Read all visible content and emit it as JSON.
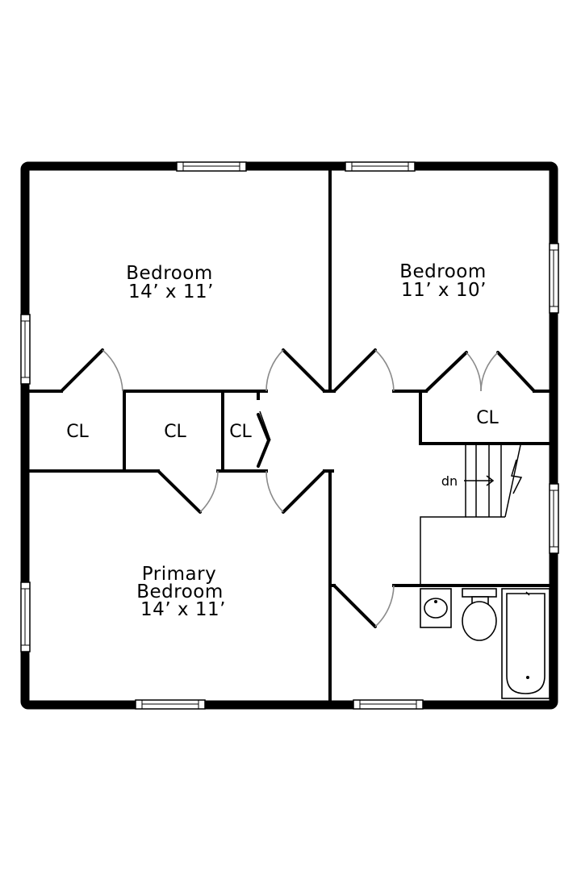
{
  "rooms": {
    "bedroom_1": {
      "name": "Bedroom",
      "size": "14’ x 11’"
    },
    "bedroom_2": {
      "name": "Bedroom",
      "size": "11’ x 10’"
    },
    "primary_bedroom": {
      "name_line1": "Primary",
      "name_line2": "Bedroom",
      "size": "14’ x 11’"
    },
    "closet_1": {
      "name": "CL"
    },
    "closet_2": {
      "name": "CL"
    },
    "closet_3": {
      "name": "CL"
    },
    "closet_4": {
      "name": "CL"
    }
  },
  "stairs": {
    "label": "dn"
  }
}
